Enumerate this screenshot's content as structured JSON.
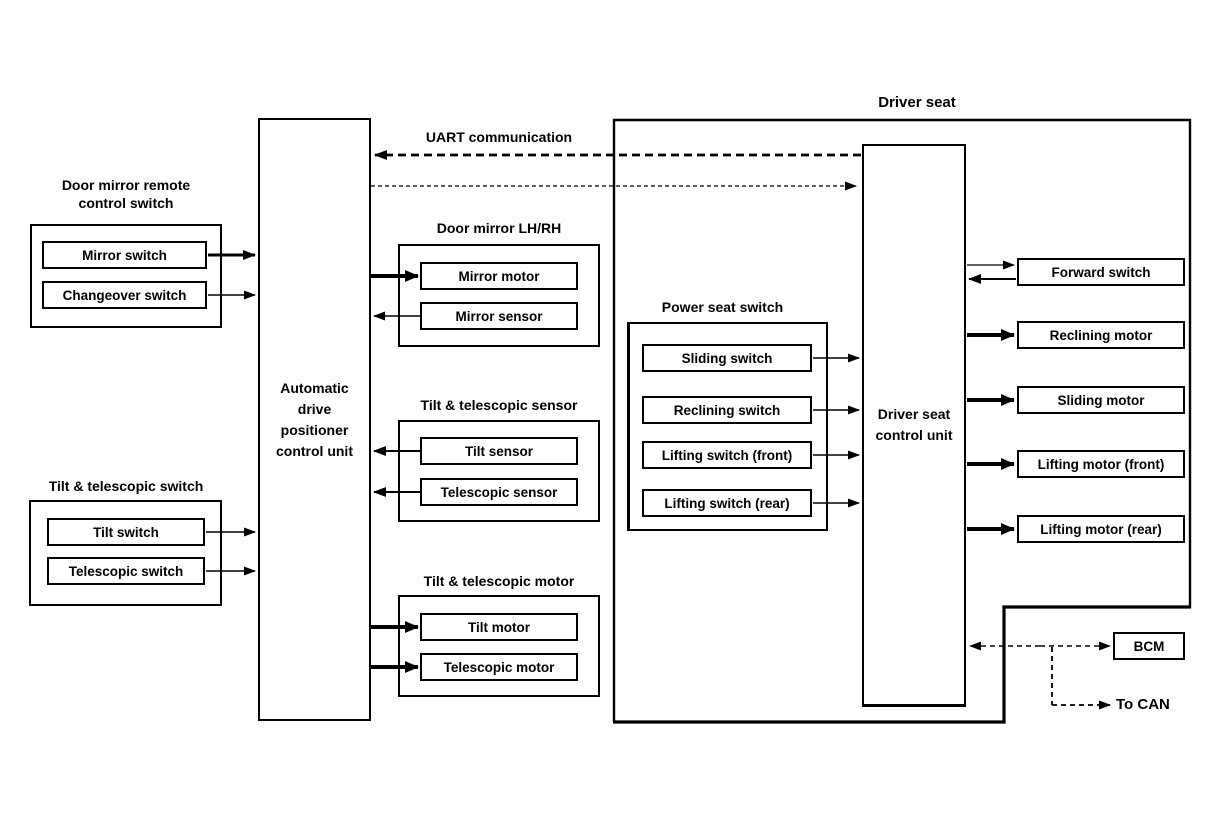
{
  "labels": {
    "uart_communication": "UART communication",
    "driver_seat": "Driver seat",
    "to_can": "To CAN",
    "bcm": "BCM"
  },
  "adp_unit": {
    "lines": [
      "Automatic",
      "drive",
      "positioner",
      "control unit"
    ]
  },
  "dscu": {
    "lines": [
      "Driver seat",
      "control unit"
    ]
  },
  "door_mirror_remote_switch": {
    "title_lines": [
      "Door mirror remote",
      "control switch"
    ],
    "mirror_switch": "Mirror switch",
    "changeover_switch": "Changeover switch"
  },
  "tilt_telescopic_switch": {
    "title": "Tilt & telescopic switch",
    "tilt_switch": "Tilt switch",
    "telescopic_switch": "Telescopic switch"
  },
  "door_mirror": {
    "title": "Door mirror LH/RH",
    "mirror_motor": "Mirror motor",
    "mirror_sensor": "Mirror sensor"
  },
  "tilt_telescopic_sensor": {
    "title": "Tilt & telescopic sensor",
    "tilt_sensor": "Tilt sensor",
    "telescopic_sensor": "Telescopic sensor"
  },
  "tilt_telescopic_motor": {
    "title": "Tilt & telescopic motor",
    "tilt_motor": "Tilt motor",
    "telescopic_motor": "Telescopic motor"
  },
  "power_seat_switch": {
    "title": "Power seat switch",
    "sliding_switch": "Sliding switch",
    "reclining_switch": "Reclining switch",
    "lifting_switch_front": "Lifting switch (front)",
    "lifting_switch_rear": "Lifting switch (rear)"
  },
  "seat_actuators": {
    "forward_switch": "Forward switch",
    "reclining_motor": "Reclining motor",
    "sliding_motor": "Sliding motor",
    "lifting_motor_front": "Lifting motor (front)",
    "lifting_motor_rear": "Lifting motor (rear)"
  }
}
